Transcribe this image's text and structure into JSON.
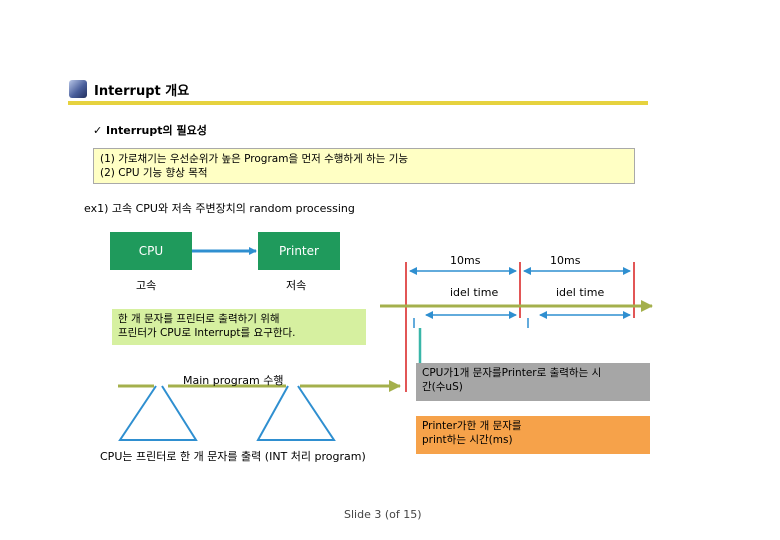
{
  "title": "Interrupt 개요",
  "subtitle": "✓ Interrupt의 필요성",
  "desc_lines": [
    "(1)  가로채기는 우선순위가 높은 Program을 먼저 수행하게 하는 기능",
    "(2)  CPU 기능 향상 목적"
  ],
  "example": "ex1) 고속 CPU와 저속 주변장치의 random processing",
  "cpu_label": "CPU",
  "printer_label": "Printer",
  "cpu_speed": "고속",
  "printer_speed": "저속",
  "interval_1": "10ms",
  "interval_2": "10ms",
  "idle_1": "idel time",
  "idle_2": "idel time",
  "request_lines": [
    "한 개 문자를 프린터로 출력하기 위해",
    "프린터가 CPU로 Interrupt를 요구한다."
  ],
  "main_program": "Main program 수행",
  "isr_label": "CPU는 프린터로 한 개 문자를 출력 (INT 처리 program)",
  "gray_note_lines": [
    "CPU가1개 문자를Printer로 출력하는 시",
    "간(수uS)"
  ],
  "orange_note_lines": [
    "Printer가한 개 문자를",
    "print하는 시간(ms)"
  ],
  "footer": "Slide  3 (of  15)",
  "colors": {
    "accent_rule": "#e6d23e",
    "block_green": "#1f9a5c",
    "timeline_green": "#a4b04c",
    "arrow_blue": "#2f8fd0",
    "teal": "#38b6a8",
    "red": "#d81e1e",
    "desc_bg": "#ffffc4",
    "request_bg": "#d6f0a0",
    "gray_box": "#a6a6a6",
    "orange_box": "#f6a24a"
  }
}
